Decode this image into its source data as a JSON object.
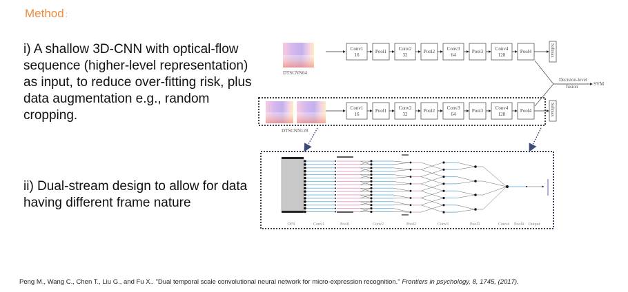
{
  "slide": {
    "title": "Method",
    "title_colon": ":",
    "accent_color": "#ee8a3c",
    "points": [
      "i) A shallow 3D-CNN with optical-flow sequence (higher-level representation) as input, to reduce over-fitting risk, plus data augmentation e.g., random cropping.",
      "ii) Dual-stream design to allow for data having different frame nature"
    ],
    "citation": {
      "authors_title": "Peng M., Wang C., Chen T., Liu G., and Fu X.. \"Dual temporal scale convolutional neural network for micro-expression recognition.\"",
      "journal": "Frontiers in psychology, 8, 1745, (2017)."
    }
  },
  "figure": {
    "stream1_label": "DTSCNN64",
    "stream2_label": "DTSCNN128",
    "stream1_blocks": [
      {
        "l1": "Conv1",
        "l2": "16"
      },
      {
        "l1": "Pool1",
        "l2": ""
      },
      {
        "l1": "Conv2",
        "l2": "32"
      },
      {
        "l1": "Pool2",
        "l2": ""
      },
      {
        "l1": "Conv3",
        "l2": "64"
      },
      {
        "l1": "Pool3",
        "l2": ""
      },
      {
        "l1": "Conv4",
        "l2": "128"
      },
      {
        "l1": "Pool4",
        "l2": ""
      }
    ],
    "stream2_blocks": [
      {
        "l1": "Conv1",
        "l2": "16"
      },
      {
        "l1": "Pool1",
        "l2": ""
      },
      {
        "l1": "Conv2",
        "l2": "32"
      },
      {
        "l1": "Pool2",
        "l2": ""
      },
      {
        "l1": "Conv3",
        "l2": "64"
      },
      {
        "l1": "Pool3",
        "l2": ""
      },
      {
        "l1": "Conv4",
        "l2": "128"
      },
      {
        "l1": "Pool4",
        "l2": ""
      }
    ],
    "softmax_label": "Softmax",
    "fusion_label_1": "Decision-level",
    "fusion_label_2": "fusion",
    "svm_label": "SVM",
    "detail_labels": [
      "OFS",
      "Conv1",
      "Pool1",
      "Conv2",
      "Pool2",
      "Conv3",
      "Pool3",
      "Conv4",
      "Pool4",
      "Output"
    ]
  }
}
